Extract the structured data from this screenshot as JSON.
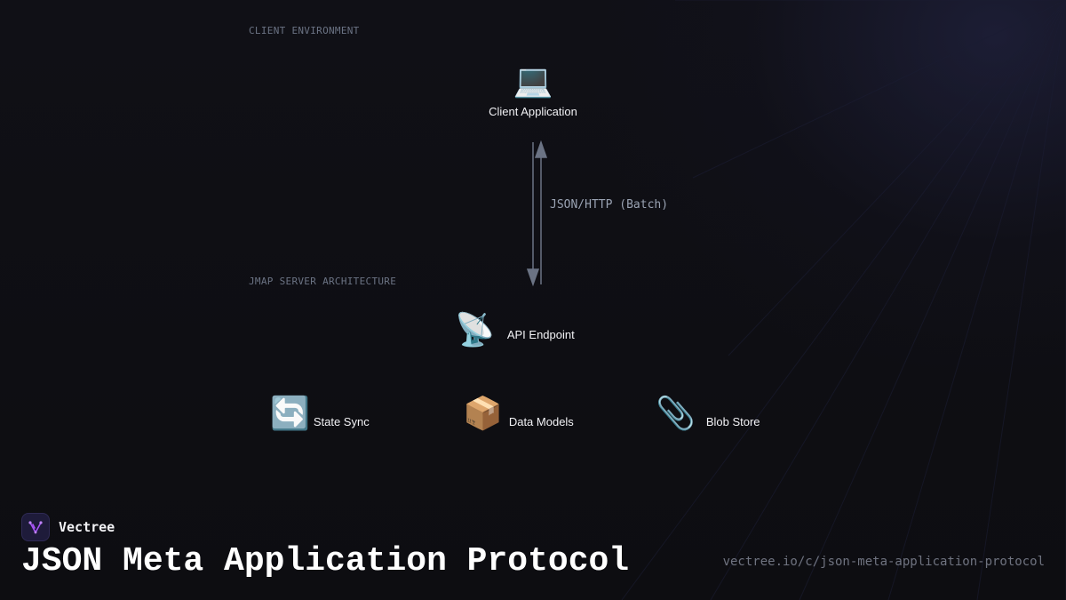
{
  "sections": {
    "client": "CLIENT ENVIRONMENT",
    "server": "JMAP SERVER ARCHITECTURE"
  },
  "nodes": {
    "client_app": {
      "icon": "laptop-icon",
      "glyph": "💻",
      "label": "Client Application"
    },
    "api_endpoint": {
      "icon": "satellite-antenna-icon",
      "glyph": "📡",
      "label": "API Endpoint"
    },
    "state_sync": {
      "icon": "sync-arrows-icon",
      "glyph": "🔄",
      "label": "State Sync"
    },
    "data_models": {
      "icon": "package-icon",
      "glyph": "📦",
      "label": "Data Models"
    },
    "blob_store": {
      "icon": "paperclip-icon",
      "glyph": "📎",
      "label": "Blob Store"
    }
  },
  "edges": {
    "client_api": {
      "label": "JSON/HTTP (Batch)"
    }
  },
  "colors": {
    "edge": "#6b7384",
    "logo_accent": "#a855f7"
  },
  "footer": {
    "brand": "Vectree",
    "title": "JSON Meta Application Protocol",
    "url": "vectree.io/c/json-meta-application-protocol"
  }
}
